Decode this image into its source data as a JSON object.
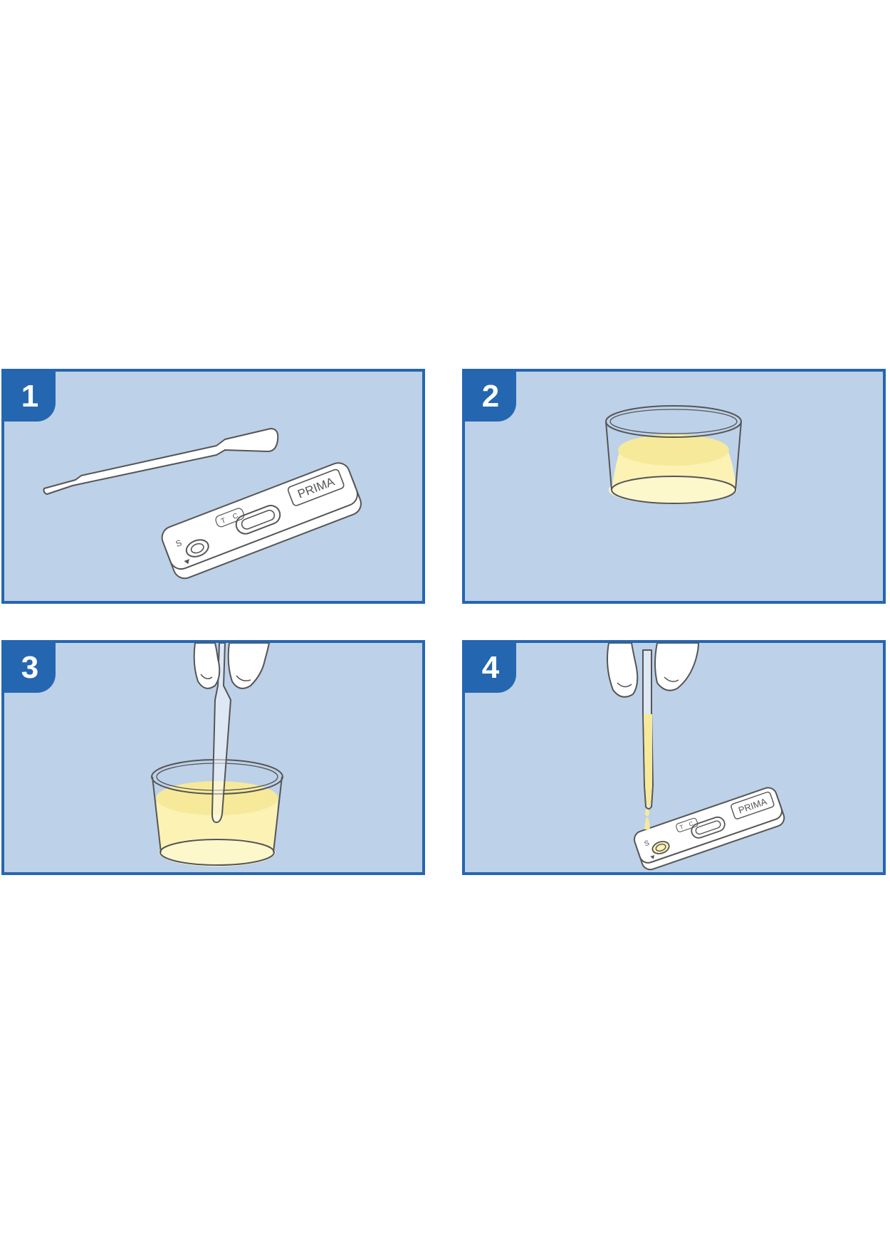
{
  "steps": [
    {
      "number": "1",
      "device_brand": "PRIMA",
      "device_letters": {
        "t": "T",
        "c": "C",
        "s": "S"
      }
    },
    {
      "number": "2"
    },
    {
      "number": "3"
    },
    {
      "number": "4",
      "device_brand": "PRIMA",
      "device_letters": {
        "t": "T",
        "c": "C",
        "s": "S"
      }
    }
  ],
  "colors": {
    "panel_background": "#bdd1e8",
    "frame_blue": "#2566b0",
    "liquid_yellow": "#fbf2b4",
    "liquid_surface": "#f6e99a",
    "outline": "#555555",
    "device_white": "#ffffff"
  },
  "icons": [
    "pipette-icon",
    "test-cassette-icon",
    "sample-cup-icon",
    "gloved-hand-icon",
    "drop-icon"
  ]
}
